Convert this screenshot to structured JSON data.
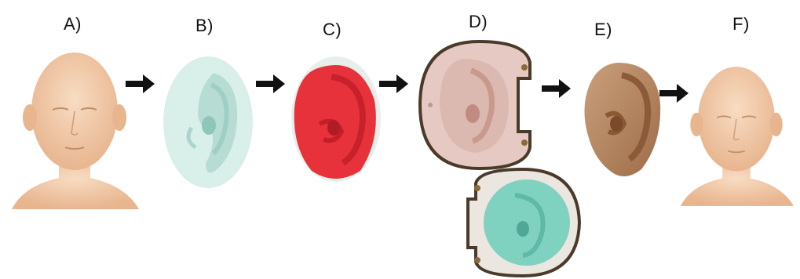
{
  "steps": [
    {
      "label": "A)",
      "icon": "head-front-icon"
    },
    {
      "label": "B)",
      "icon": "ear-cast-icon"
    },
    {
      "label": "C)",
      "icon": "ear-wax-model-icon"
    },
    {
      "label": "D)",
      "icon": "ear-mold-icon"
    },
    {
      "label": "E)",
      "icon": "ear-prosthesis-icon"
    },
    {
      "label": "F)",
      "icon": "head-front-icon"
    }
  ],
  "colors": {
    "skin": "#f1c9a8",
    "plaster": "#d9efe9",
    "wax": "#e8323b",
    "mold_pink": "#e6c9c3",
    "mold_green": "#7fd1c0",
    "silicone": "#b9855e",
    "arrow": "#111111"
  }
}
